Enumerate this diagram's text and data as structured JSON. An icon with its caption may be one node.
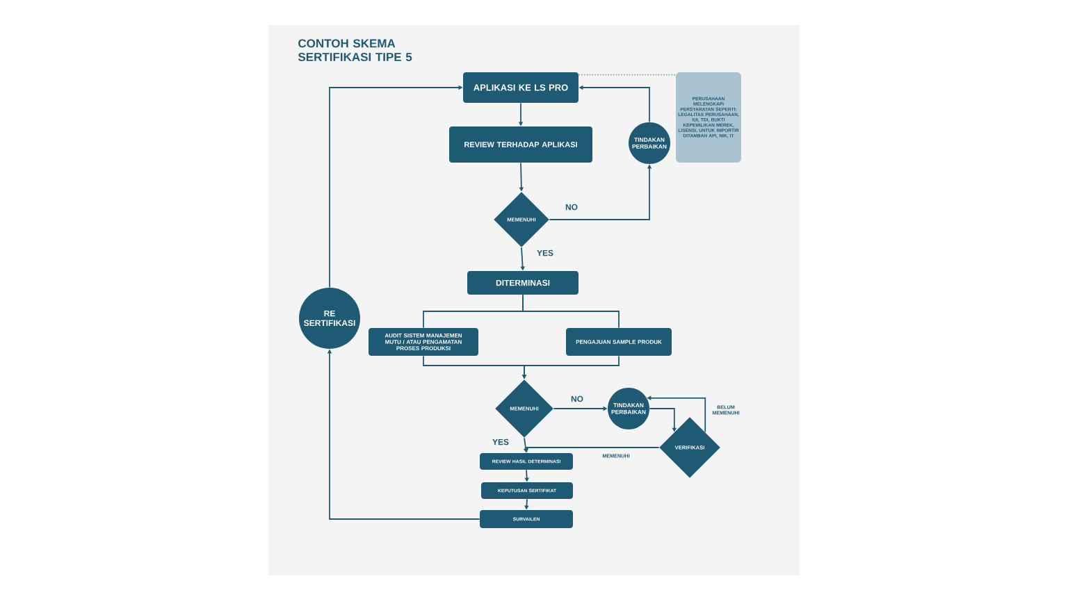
{
  "diagram": {
    "title": "CONTOH SKEMA SERTIFIKASI TIPE 5",
    "nodes": [
      {
        "text": [
          "APLIKASI KE LS PRO"
        ]
      },
      {
        "text": [
          "REVIEW TERHADAP APLIKASI"
        ]
      },
      {
        "text": [
          "MEMENUHI"
        ]
      },
      {
        "text": [
          "TINDAKAN PERBAIKAN"
        ]
      },
      {
        "text": [
          "PERUSAHAAN MELENGKAPI PERSYARATAN SEPERTI: LEGALITAS PERUSAHAAN, IUI, TDI, BUKTI KEPEMILIKAN MEREK, LISENSI, UNTUK IMPORTIR DITAMBAH API, NIK, IT"
        ]
      },
      {
        "text": [
          "DITERMINASI"
        ]
      },
      {
        "text": [
          "RE SERTIFIKASI"
        ]
      },
      {
        "text": [
          "AUDIT SISTEM MANAJEMEN MUTU / ATAU PENGAMATAN PROSES PRODUKSI"
        ]
      },
      {
        "text": [
          "PENGAJUAN SAMPLE PRODUK"
        ]
      },
      {
        "text": [
          "MEMENUHI"
        ]
      },
      {
        "text": [
          "TINDAKAN PERBAIKAN"
        ]
      },
      {
        "text": [
          "VERIFIKASI"
        ]
      },
      {
        "text": [
          "REVIEW HASIL DETERMINASI"
        ]
      },
      {
        "text": [
          "KEPUTUSAN SERTIFIKAT"
        ]
      },
      {
        "text": [
          "SURVAILEN"
        ]
      }
    ],
    "edges": [
      {
        "from": 0,
        "to": 1,
        "arrow": "to"
      },
      {
        "from": 1,
        "to": 2,
        "arrow": "to"
      },
      {
        "from": 2,
        "to": 3,
        "arrow": "to",
        "label": "NO"
      },
      {
        "from": 3,
        "to": 0,
        "arrow": "to"
      },
      {
        "from": 2,
        "to": 5,
        "arrow": "to",
        "label": "YES"
      },
      {
        "from": 0,
        "to": 4,
        "arrow": "none",
        "style": "dashed",
        "color": "#8aa6b5"
      },
      {
        "from": 5,
        "to": 7,
        "arrow": "none"
      },
      {
        "from": 5,
        "to": 8,
        "arrow": "none"
      },
      {
        "from": 7,
        "to": 9,
        "arrow": "to"
      },
      {
        "from": 8,
        "to": 9,
        "arrow": "to"
      },
      {
        "from": 9,
        "to": 10,
        "arrow": "to",
        "label": "NO"
      },
      {
        "from": 10,
        "to": 11,
        "arrow": "to"
      },
      {
        "from": 11,
        "to": 10,
        "arrow": "to",
        "label": "BELUM MEMENUHI"
      },
      {
        "from": 11,
        "to": 12,
        "arrow": "to",
        "label": "MEMENUHI"
      },
      {
        "from": 9,
        "to": 12,
        "arrow": "to",
        "label": "YES"
      },
      {
        "from": 12,
        "to": 13,
        "arrow": "to"
      },
      {
        "from": 13,
        "to": 14,
        "arrow": "to"
      },
      {
        "from": 14,
        "to": 6,
        "arrow": "to"
      },
      {
        "from": 6,
        "to": 0,
        "arrow": "to"
      }
    ]
  }
}
